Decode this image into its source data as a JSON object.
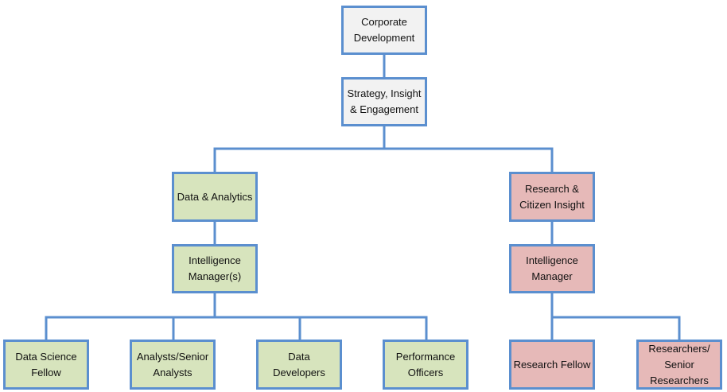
{
  "nodes": {
    "corporate_development": "Corporate\nDevelopment",
    "strategy_insight": "Strategy, Insight\n& Engagement",
    "data_analytics": "Data & Analytics",
    "research_citizen": "Research &\nCitizen Insight",
    "intelligence_managers": "Intelligence\nManager(s)",
    "intelligence_manager": "Intelligence\nManager",
    "data_science_fellow": "Data Science\nFellow",
    "analysts": "Analysts/Senior\nAnalysts",
    "data_developers": "Data\nDevelopers",
    "performance_officers": "Performance\nOfficers",
    "research_fellow": "Research Fellow",
    "researchers": "Researchers/\nSenior\nResearchers"
  },
  "colors": {
    "border": "#5b8fcf",
    "top_fill": "#f2f2f2",
    "analytics_fill": "#d7e4bd",
    "research_fill": "#e6b9b8"
  }
}
